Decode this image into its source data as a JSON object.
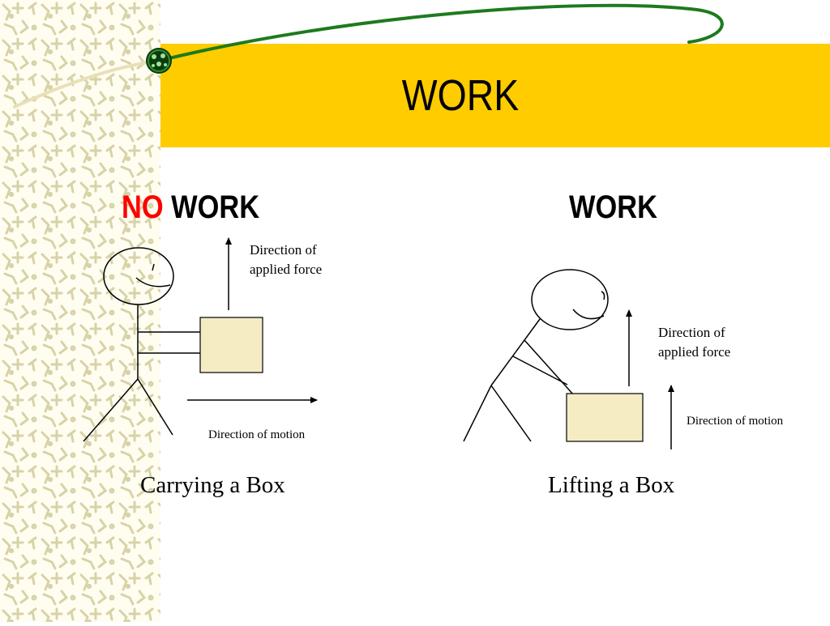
{
  "slide": {
    "title": "WORK",
    "colors": {
      "banner": "#ffcc00",
      "box": "#f5ecc4",
      "accent_red": "#ff0000",
      "sidebar_pattern": "#d8d2a8"
    }
  },
  "left_panel": {
    "heading_no": "NO",
    "heading_work": "WORK",
    "force_label": "Direction of applied force",
    "motion_label": "Direction of motion",
    "caption": "Carrying a Box"
  },
  "right_panel": {
    "heading": "WORK",
    "force_label": "Direction of applied force",
    "motion_label": "Direction of motion",
    "caption": "Lifting a Box"
  }
}
